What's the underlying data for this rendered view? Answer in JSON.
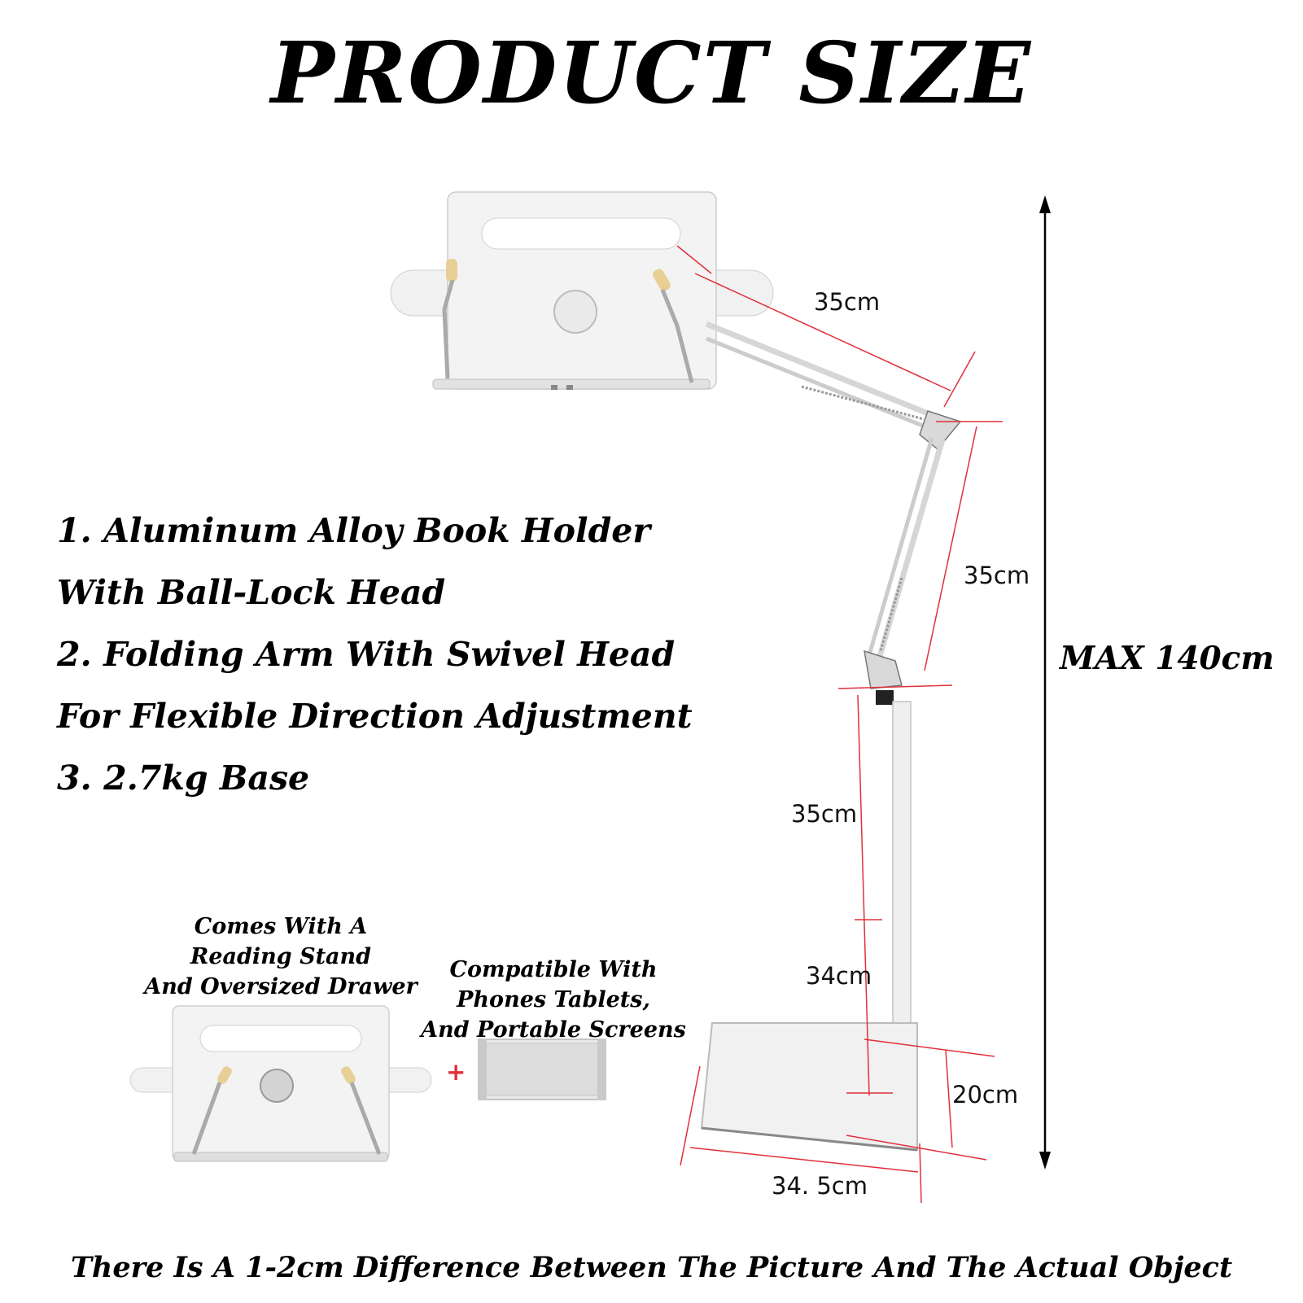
{
  "title": "PRODUCT SIZE",
  "features": [
    "1. Aluminum Alloy Book Holder",
    "With Ball-Lock Head",
    "2. Folding Arm With Swivel Head",
    "For Flexible Direction Adjustment",
    "3. 2.7kg Base"
  ],
  "max_height": "MAX 140cm",
  "dimensions": {
    "upper_arm": "35cm",
    "lower_arm": "35cm",
    "pole_upper": "35cm",
    "pole_lower": "34cm",
    "base_depth": "20cm",
    "base_width": "34. 5cm"
  },
  "captions": {
    "reading_stand": [
      "Comes With A",
      "Reading Stand",
      "And Oversized Drawer"
    ],
    "compatible": [
      "Compatible With",
      "Phones Tablets,",
      "And Portable Screens"
    ],
    "plus": "+"
  },
  "footer": "There Is A 1-2cm Difference Between The Picture And The Actual Object",
  "colors": {
    "text": "#000000",
    "dimension_line": "#e0303a",
    "product": "#eeeeee",
    "arrow": "#000000"
  }
}
